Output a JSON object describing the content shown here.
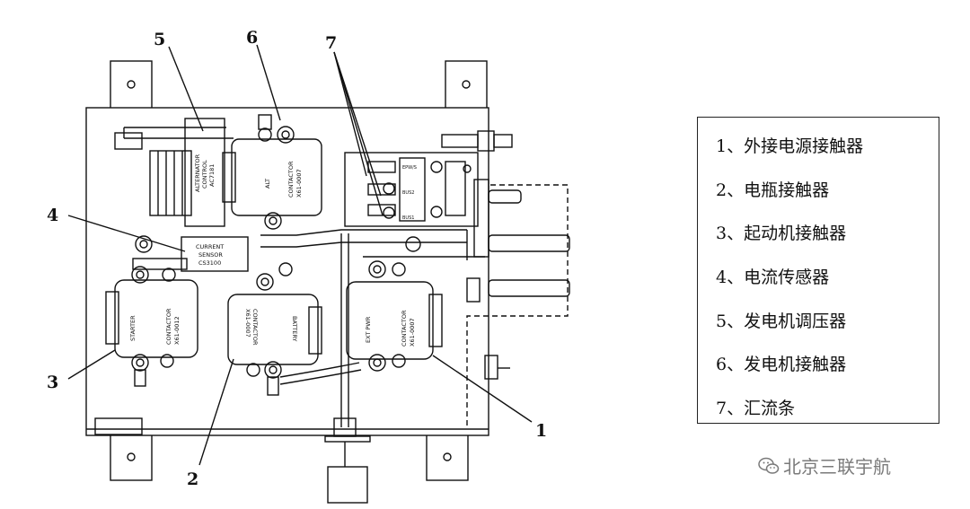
{
  "callouts": [
    "1",
    "2",
    "3",
    "4",
    "5",
    "6",
    "7"
  ],
  "components": {
    "alternator_control": [
      "ALTERNATOR",
      "CONTROL",
      "AC7181"
    ],
    "alt_contactor": [
      "ALT",
      "CONTACTOR",
      "X61-0007"
    ],
    "current_sensor": [
      "CURRENT",
      "SENSOR",
      "CS3100"
    ],
    "starter_contactor": [
      "STARTER",
      "CONTACTOR",
      "X61-0012"
    ],
    "battery_contactor": [
      "BATTERY",
      "CONTACTOR",
      "X61-0007"
    ],
    "ext_pwr_contactor": [
      "EXT PWR",
      "CONTACTOR",
      "X61-0007"
    ],
    "bus_labels": [
      "EPW/S",
      "BUS2",
      "BUS1"
    ]
  },
  "legend": {
    "items": [
      {
        "num": "1、",
        "text": "外接电源接触器"
      },
      {
        "num": "2、",
        "text": "电瓶接触器"
      },
      {
        "num": "3、",
        "text": "起动机接触器"
      },
      {
        "num": "4、",
        "text": "电流传感器"
      },
      {
        "num": "5、",
        "text": "发电机调压器"
      },
      {
        "num": "6、",
        "text": "发电机接触器"
      },
      {
        "num": "7、",
        "text": "汇流条"
      }
    ]
  },
  "watermark": {
    "text": "北京三联宇航",
    "icon": "wechat-icon"
  }
}
